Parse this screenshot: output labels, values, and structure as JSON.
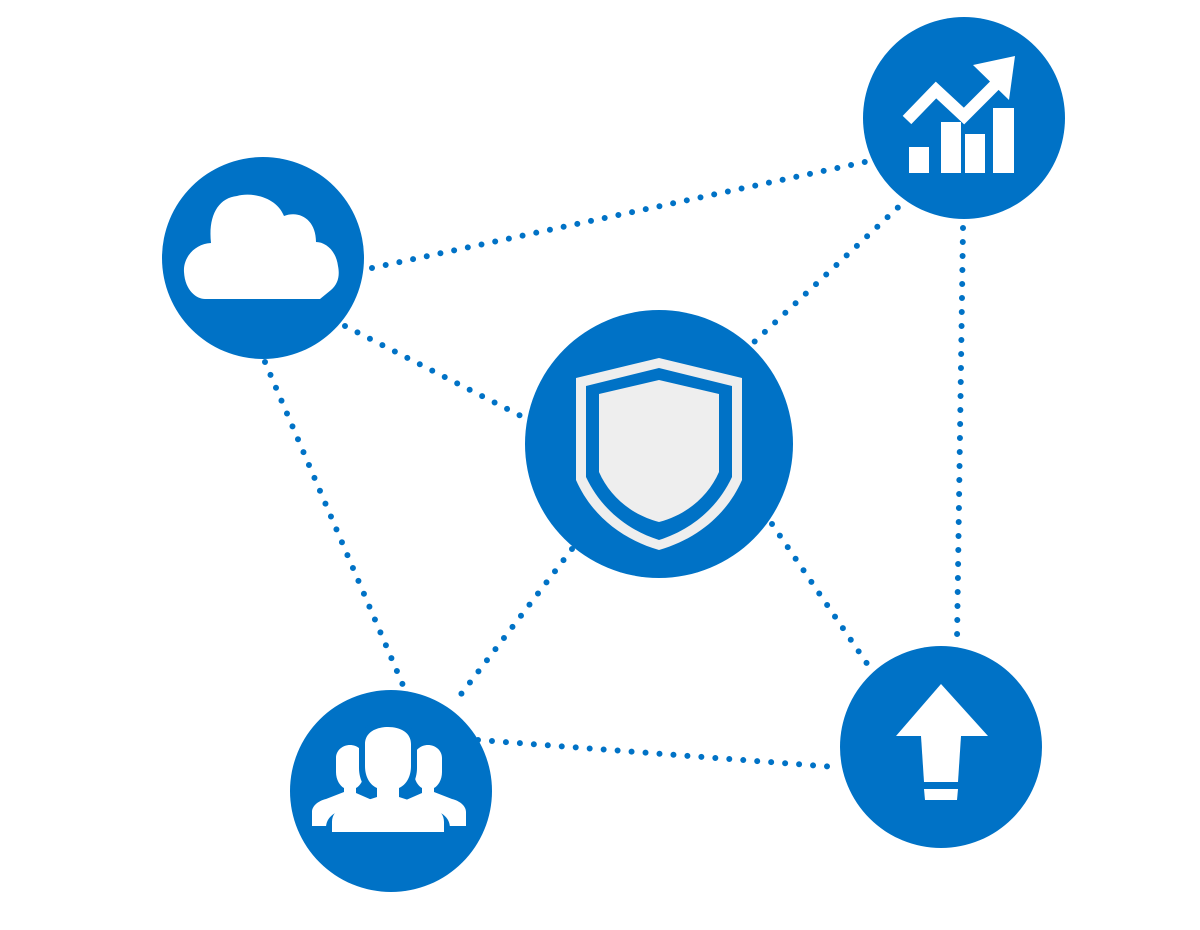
{
  "colors": {
    "node_fill": "#0072C6",
    "icon_fill": "#FFFFFF",
    "shield_inner": "#EEEEEE",
    "link_stroke": "#0072C6",
    "background": "#FFFFFF"
  },
  "nodes": [
    {
      "id": "cloud",
      "icon": "cloud-icon"
    },
    {
      "id": "analytics",
      "icon": "bar-chart-trend-icon"
    },
    {
      "id": "security",
      "icon": "shield-icon"
    },
    {
      "id": "users",
      "icon": "user-group-icon"
    },
    {
      "id": "upload",
      "icon": "up-arrow-icon"
    }
  ],
  "links": [
    {
      "from": "cloud",
      "to": "analytics"
    },
    {
      "from": "cloud",
      "to": "security"
    },
    {
      "from": "cloud",
      "to": "users"
    },
    {
      "from": "analytics",
      "to": "security"
    },
    {
      "from": "analytics",
      "to": "upload"
    },
    {
      "from": "security",
      "to": "users"
    },
    {
      "from": "security",
      "to": "upload"
    },
    {
      "from": "users",
      "to": "upload"
    }
  ]
}
